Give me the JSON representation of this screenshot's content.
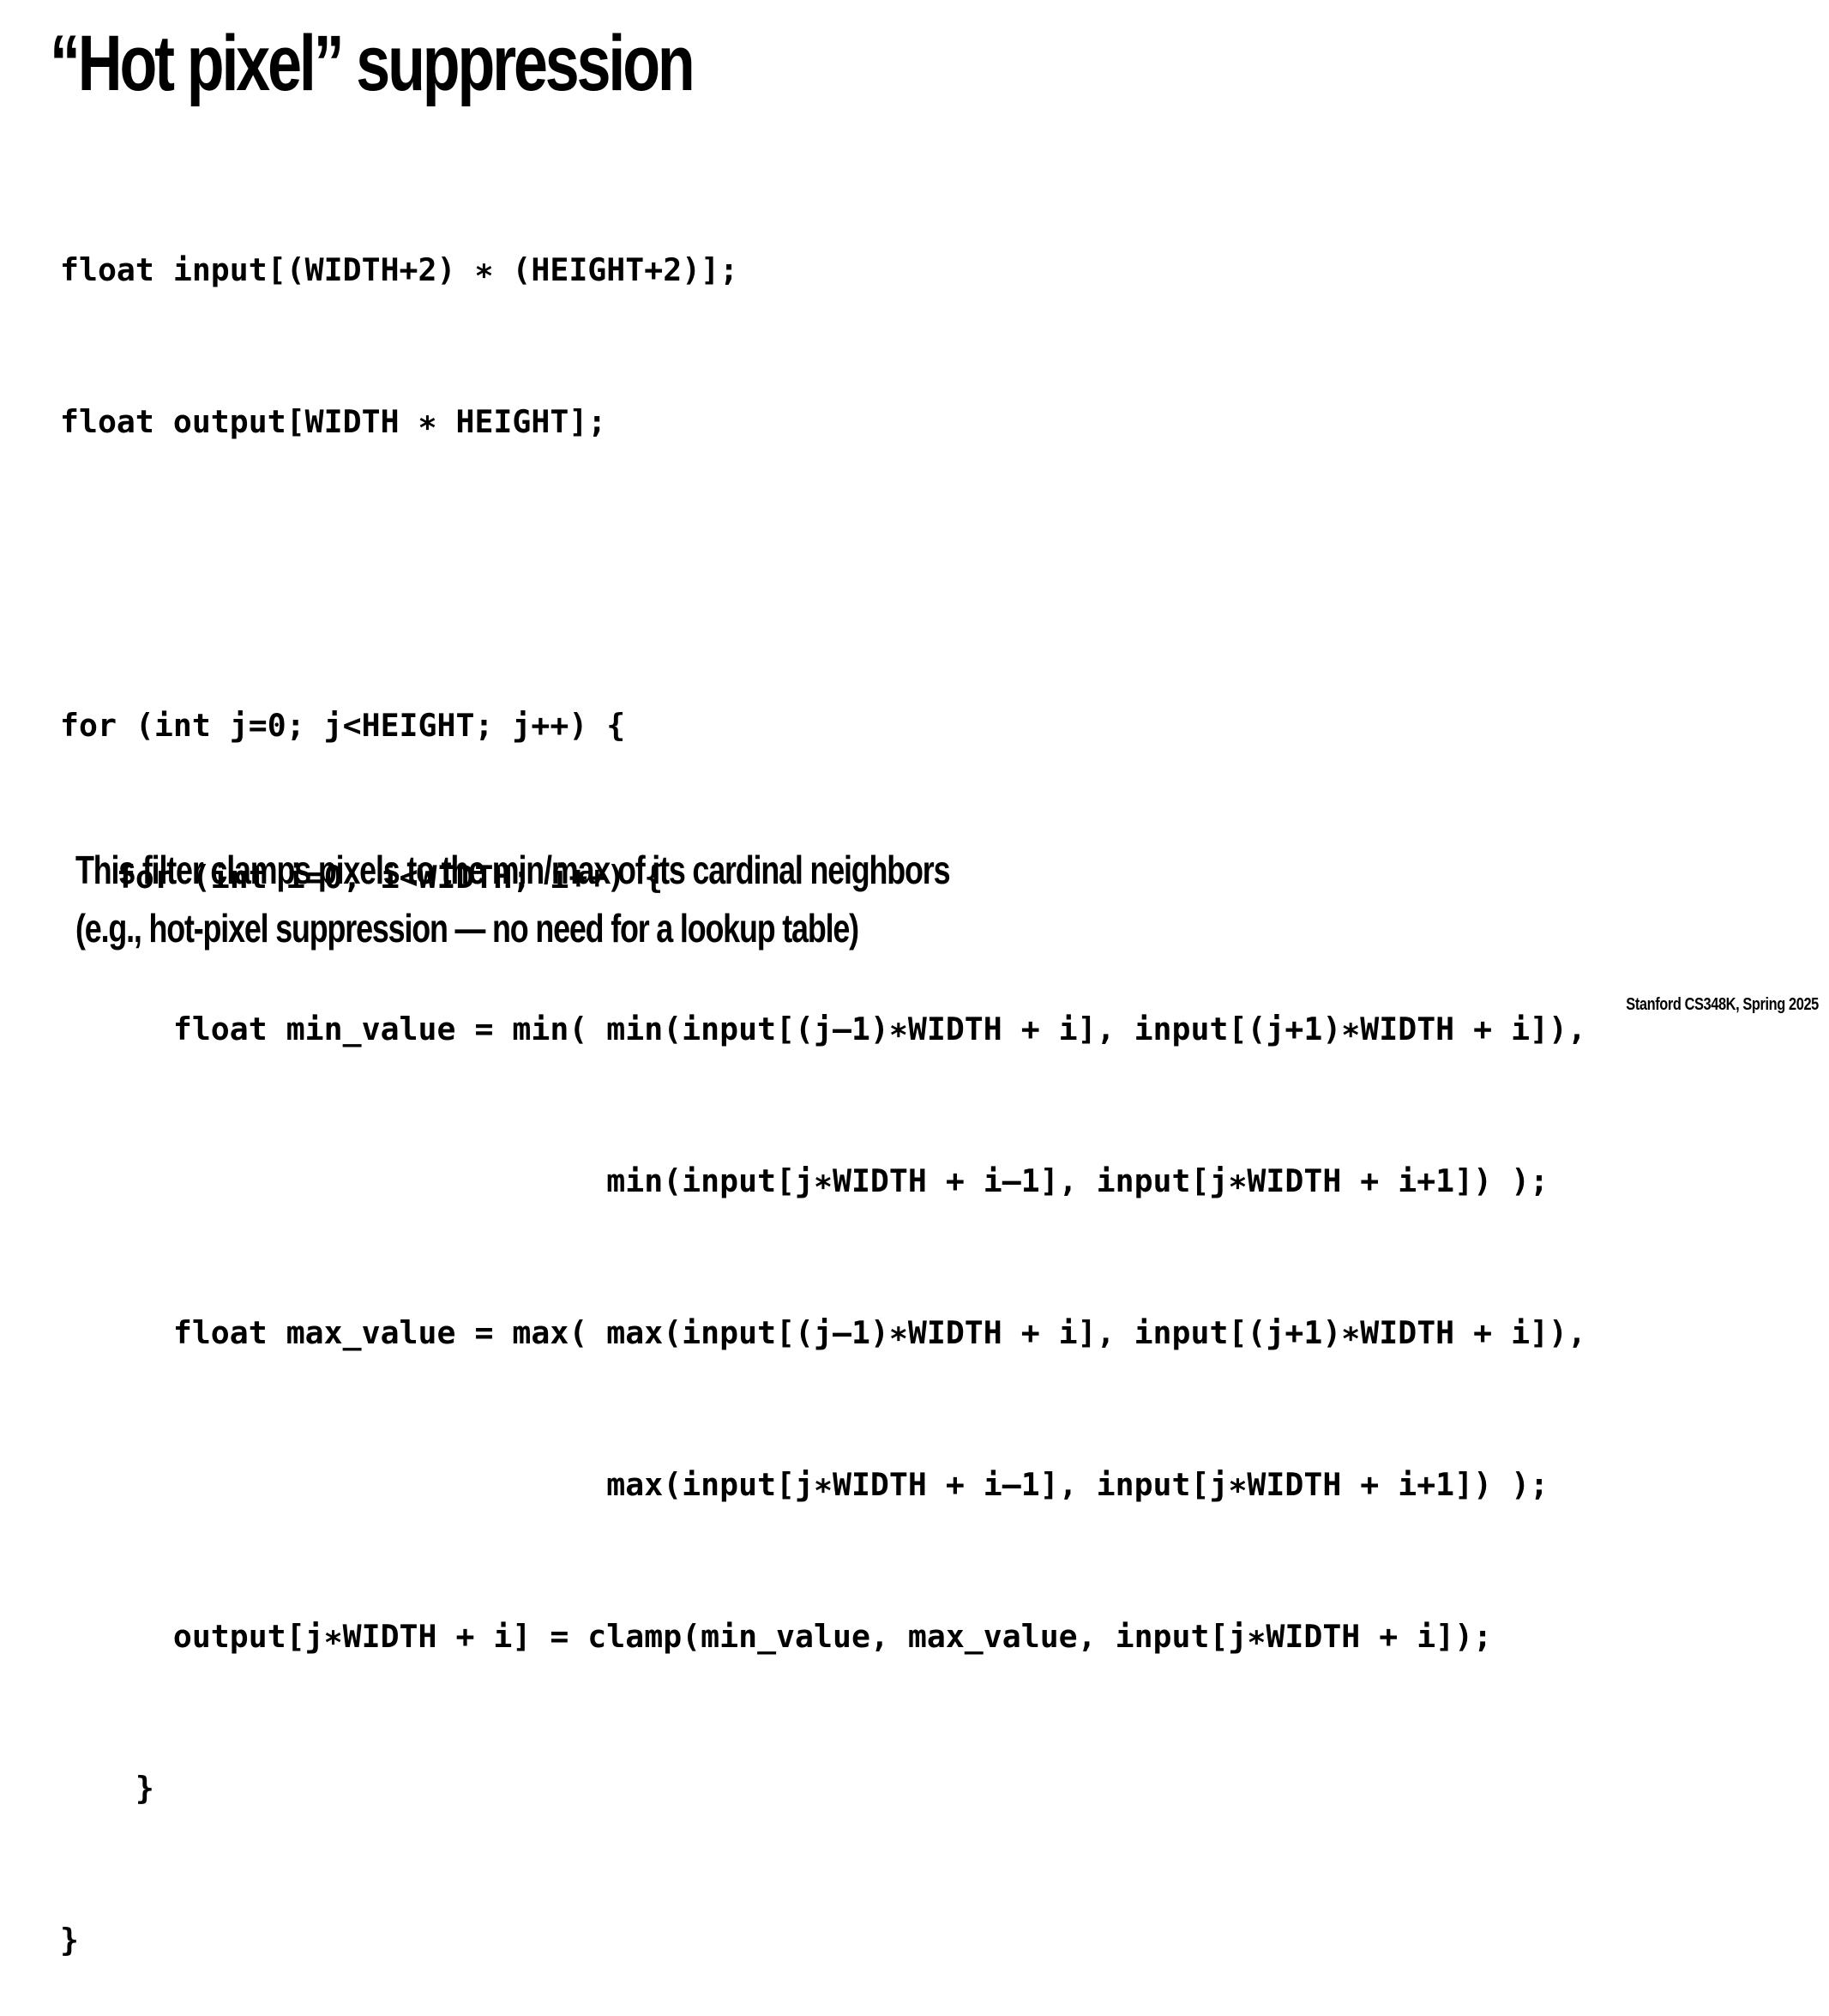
{
  "slide": {
    "title": "“Hot pixel” suppression",
    "code_lines": [
      "float input[(WIDTH+2) ∗ (HEIGHT+2)];",
      "float output[WIDTH ∗ HEIGHT];",
      "",
      "for (int j=0; j<HEIGHT; j++) {",
      "   for (int i=0; i<WIDTH; i++) {",
      "      float min_value = min( min(input[(j–1)∗WIDTH + i], input[(j+1)∗WIDTH + i]),",
      "                             min(input[j∗WIDTH + i–1], input[j∗WIDTH + i+1]) );",
      "      float max_value = max( max(input[(j–1)∗WIDTH + i], input[(j+1)∗WIDTH + i]),",
      "                             max(input[j∗WIDTH + i–1], input[j∗WIDTH + i+1]) );",
      "      output[j∗WIDTH + i] = clamp(min_value, max_value, input[j∗WIDTH + i]);",
      "    }",
      "}"
    ],
    "caption_lines": [
      "This filter clamps pixels to the min/max of its cardinal neighbors",
      "(e.g., hot-pixel suppression — no need for a lookup table)"
    ],
    "footer": "Stanford CS348K, Spring 2025"
  }
}
